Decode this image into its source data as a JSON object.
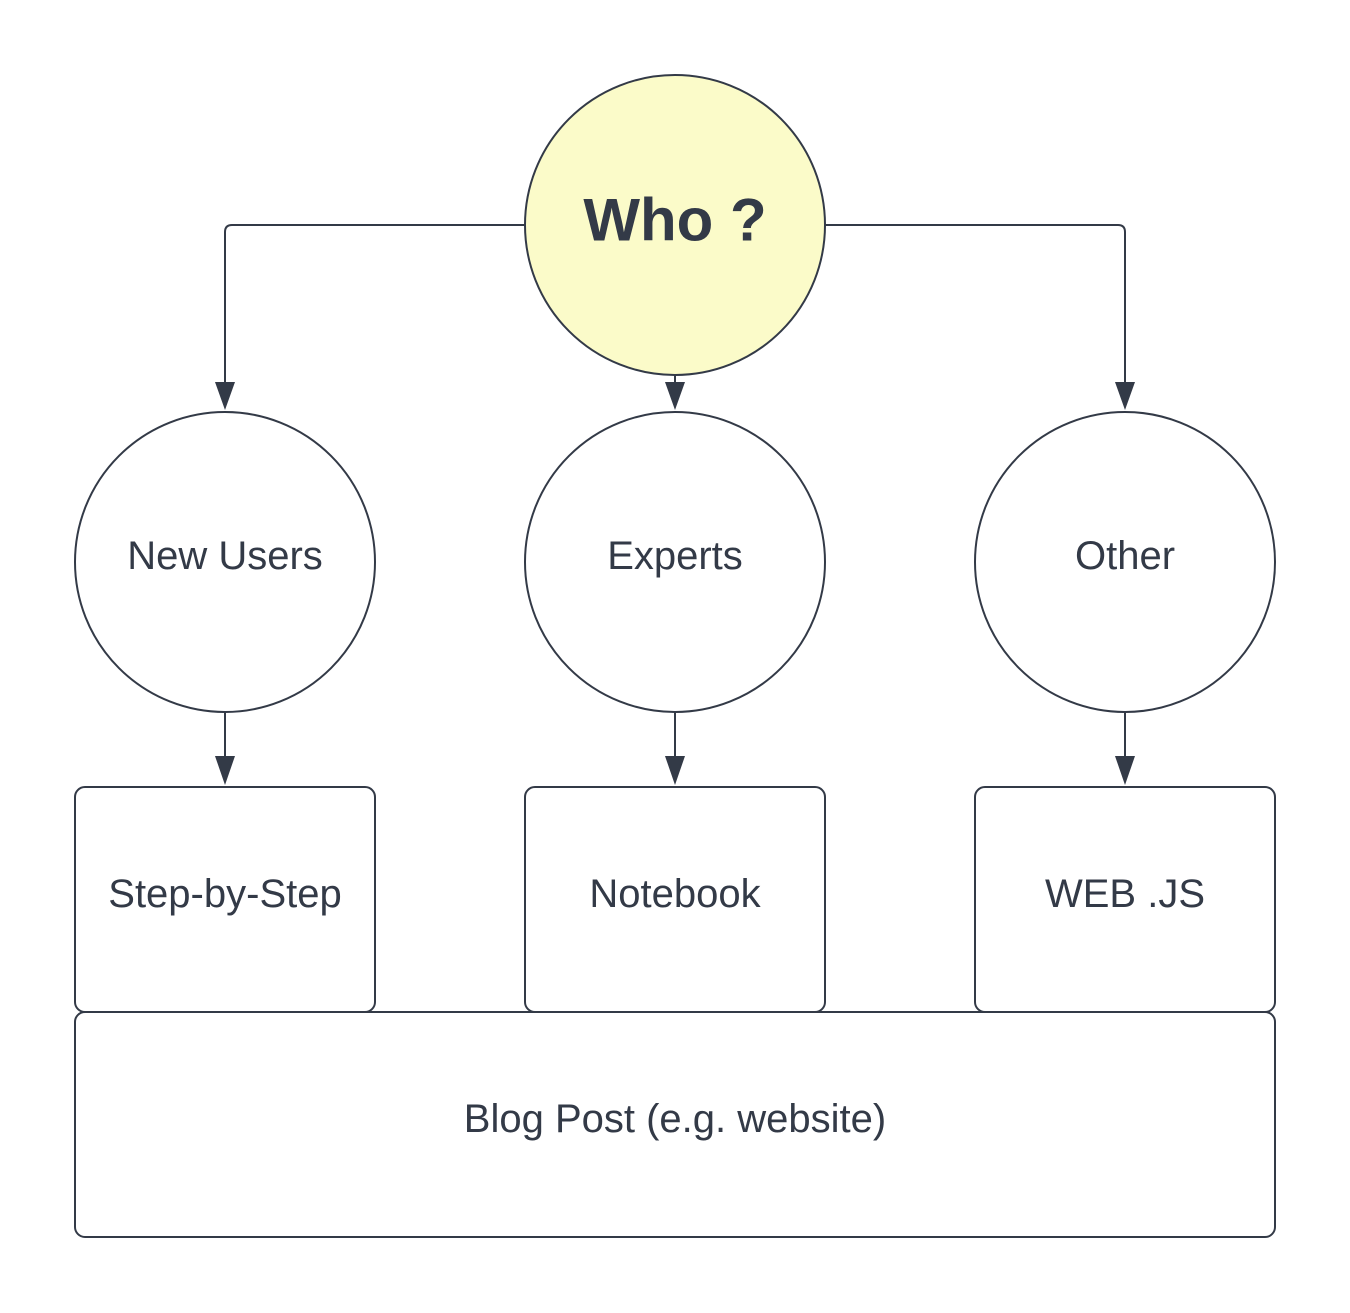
{
  "root": {
    "label": "Who ?",
    "fill": "#fbfbc9"
  },
  "audiences": [
    {
      "label": "New Users"
    },
    {
      "label": "Experts"
    },
    {
      "label": "Other"
    }
  ],
  "formats": [
    {
      "label": "Step-by-Step"
    },
    {
      "label": "Notebook"
    },
    {
      "label": "WEB .JS"
    }
  ],
  "foundation": {
    "label": "Blog Post (e.g. website)"
  },
  "colors": {
    "stroke": "#333a47",
    "text": "#333a47",
    "node_fill": "#ffffff"
  }
}
